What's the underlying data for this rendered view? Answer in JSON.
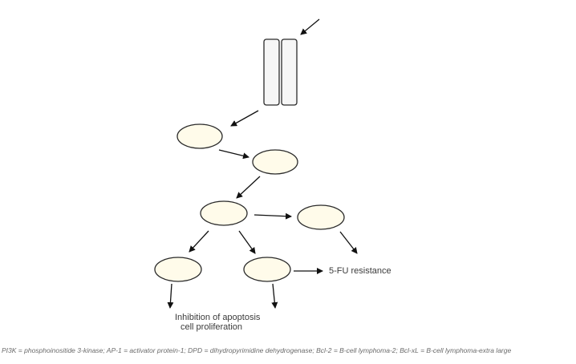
{
  "diagram": {
    "nodes": [
      {
        "id": "membrane",
        "label": ""
      },
      {
        "id": "node1",
        "label": ""
      },
      {
        "id": "node2",
        "label": ""
      },
      {
        "id": "node3",
        "label": ""
      },
      {
        "id": "node4",
        "label": ""
      },
      {
        "id": "node5",
        "label": ""
      },
      {
        "id": "node6",
        "label": ""
      }
    ],
    "outcomes": {
      "resistance": "5-FU resistance",
      "apoptosis_line1": "Inhibition of apoptosis",
      "apoptosis_line2": "cell proliferation"
    },
    "colors": {
      "node_stroke": "#2a2a2a",
      "node_fill": "#fffbea",
      "arrow": "#111111"
    }
  },
  "footnote": "PI3K = phosphoinositide 3-kinase; AP-1 = activator protein-1; DPD = dihydropyrimidine dehydrogenase; Bcl-2 = B-cell lymphoma-2; Bcl-xL = B-cell lymphoma-extra large"
}
